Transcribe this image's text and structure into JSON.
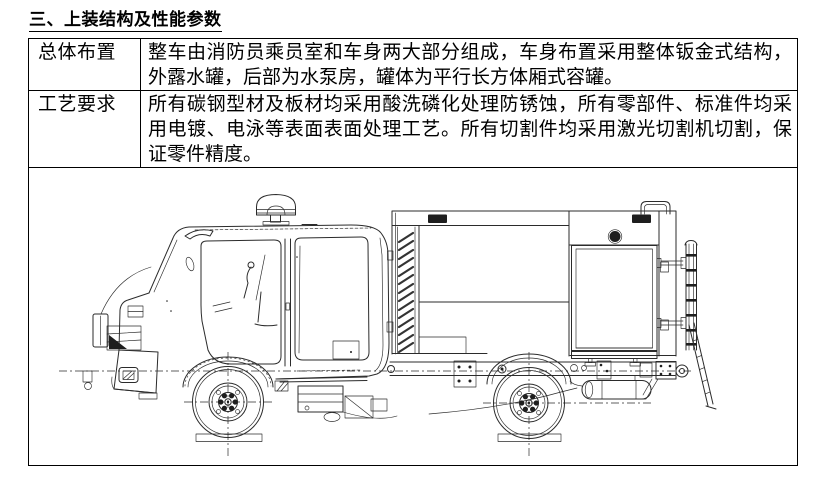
{
  "title": "三、上装结构及性能参数",
  "table": {
    "rows": [
      {
        "label": "总体布置",
        "content": "整车由消防员乘员室和车身两大部分组成，车身布置采用整体钣金式结构，外露水罐，后部为水泵房，罐体为平行长方体厢式容罐。"
      },
      {
        "label": "工艺要求",
        "content": "所有碳钢型材及板材均采用酸洗磷化处理防锈蚀，所有零部件、标准件均采用电镀、电泳等表面表面处理工艺。所有切割件均采用激光切割机切割，保证零件精度。"
      }
    ]
  },
  "drawing": {
    "icon": "fire-truck-side-view-line-drawing"
  },
  "colors": {
    "background": "#ffffff",
    "text": "#000000",
    "table_border": "#000000",
    "line_art": "#2b2b2b",
    "dark_fill": "#1e1e1e"
  }
}
